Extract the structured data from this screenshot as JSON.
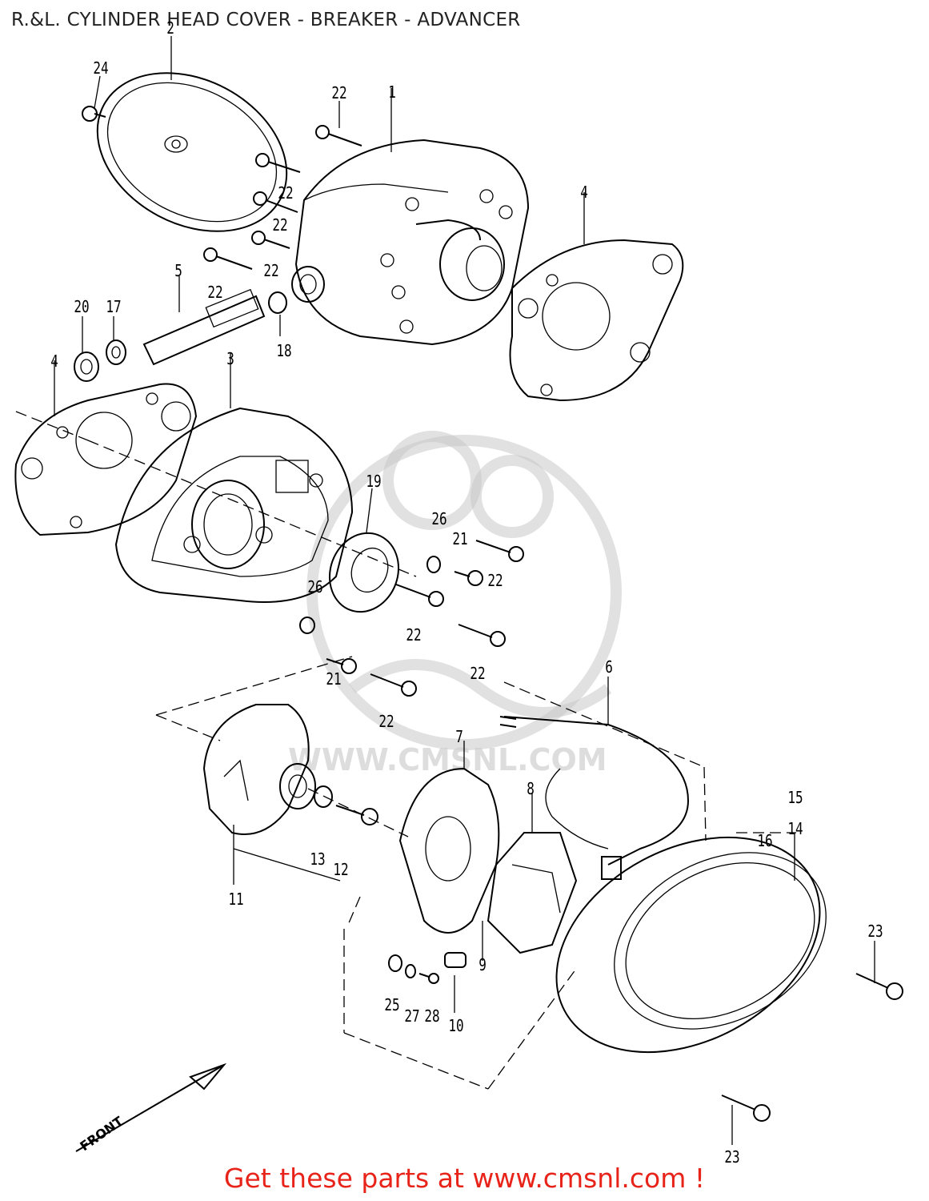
{
  "title": "R.&L. CYLINDER HEAD COVER - BREAKER - ADVANCER",
  "footer": "Get these parts at www.cmsnl.com !",
  "watermark": "WWW.CMSNL.COM",
  "front_label": "FRONT",
  "callouts": [
    "24",
    "2",
    "22",
    "1",
    "22",
    "22",
    "22",
    "4",
    "22",
    "5",
    "20",
    "17",
    "18",
    "4",
    "3",
    "19",
    "26",
    "21",
    "22",
    "26",
    "22",
    "21",
    "22",
    "22",
    "6",
    "7",
    "8",
    "15",
    "14",
    "16",
    "13",
    "12",
    "11",
    "9",
    "23",
    "25",
    "27",
    "28",
    "10",
    "23"
  ],
  "colors": {
    "footer": "#e8241a",
    "title": "#222222",
    "watermark": "#c9c9c9"
  }
}
